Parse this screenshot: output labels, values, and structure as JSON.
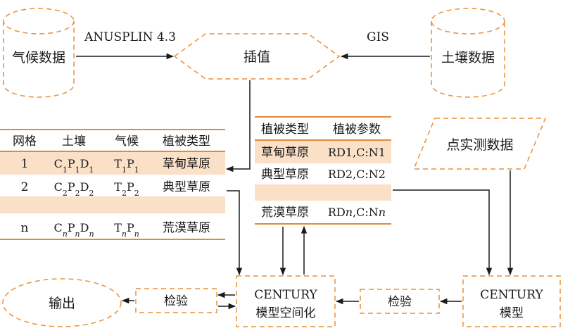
{
  "nodes": {
    "climate_data": "气候数据",
    "soil_data": "土壤数据",
    "interpolation": "插值",
    "measured_data": "点实测数据",
    "century_model": {
      "line1": "CENTURY",
      "line2": "模型"
    },
    "spatialization": {
      "line1": "CENTURY",
      "line2": "模型空间化"
    },
    "validation_right": "检验",
    "validation_left": "检验",
    "output": "输出"
  },
  "edge_labels": {
    "climate_to_interp": "ANUSPLIN 4.3",
    "soil_to_interp": "GIS"
  },
  "grid_table": {
    "headers": [
      "网格",
      "土壤",
      "气候",
      "植被类型"
    ],
    "rows": [
      {
        "grid": "1",
        "soil": [
          [
            "C",
            "1"
          ],
          [
            "P",
            "1"
          ],
          [
            "D",
            "1"
          ]
        ],
        "climate": [
          [
            "T",
            "1"
          ],
          [
            "P",
            "1"
          ]
        ],
        "veg": "草甸草原",
        "highlight": true
      },
      {
        "grid": "2",
        "soil": [
          [
            "C",
            "2"
          ],
          [
            "P",
            "2"
          ],
          [
            "D",
            "2"
          ]
        ],
        "climate": [
          [
            "T",
            "2"
          ],
          [
            "P",
            "2"
          ]
        ],
        "veg": "典型草原",
        "highlight": false
      },
      {
        "blank": true,
        "highlight": true
      },
      {
        "grid": "n",
        "soil": [
          [
            "C",
            "n"
          ],
          [
            "P",
            "n"
          ],
          [
            "D",
            "n"
          ]
        ],
        "climate": [
          [
            "T",
            "n"
          ],
          [
            "P",
            "n"
          ]
        ],
        "veg": "荒漠草原",
        "highlight": false
      }
    ]
  },
  "veg_table": {
    "headers": [
      "植被类型",
      "植被参数"
    ],
    "rows": [
      {
        "type": "草甸草原",
        "param": "RD1,C:N1",
        "highlight": true
      },
      {
        "type": "典型草原",
        "param": "RD2,C:N2",
        "highlight": false
      },
      {
        "blank": true,
        "highlight": true
      },
      {
        "type": "荒漠草原",
        "param": [
          [
            "RD",
            ""
          ],
          [
            "n",
            "i"
          ],
          [
            ",C:N",
            ""
          ],
          [
            "n",
            "i"
          ]
        ],
        "highlight": false
      }
    ]
  },
  "colors": {
    "dash": "#E8913A",
    "rule": "#E08A3C",
    "highlight": "#FBE0C8",
    "arrow": "#1a1a1a"
  }
}
